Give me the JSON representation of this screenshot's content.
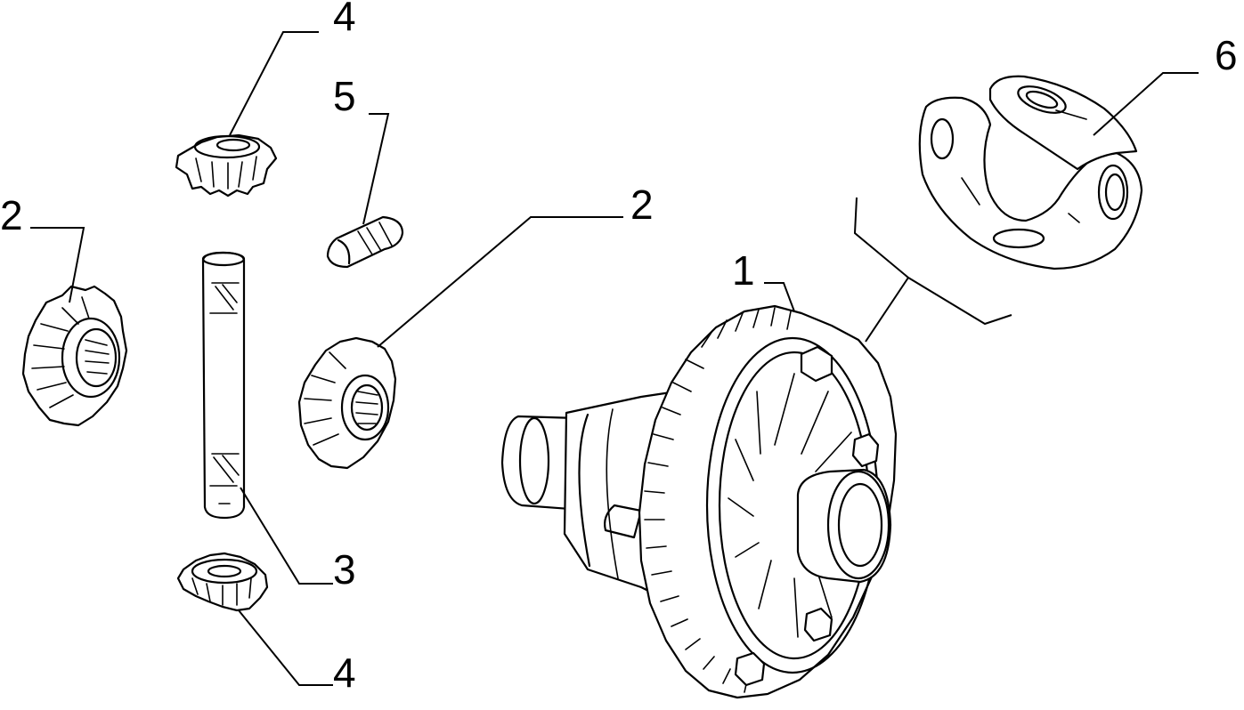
{
  "callouts": [
    {
      "id": "c-4-top",
      "label": "4"
    },
    {
      "id": "c-5",
      "label": "5"
    },
    {
      "id": "c-2-left",
      "label": "2"
    },
    {
      "id": "c-2-mid",
      "label": "2"
    },
    {
      "id": "c-1",
      "label": "1"
    },
    {
      "id": "c-6",
      "label": "6"
    },
    {
      "id": "c-3",
      "label": "3"
    },
    {
      "id": "c-4-bottom",
      "label": "4"
    }
  ],
  "colors": {
    "ink": "#000000",
    "paper": "#ffffff"
  }
}
